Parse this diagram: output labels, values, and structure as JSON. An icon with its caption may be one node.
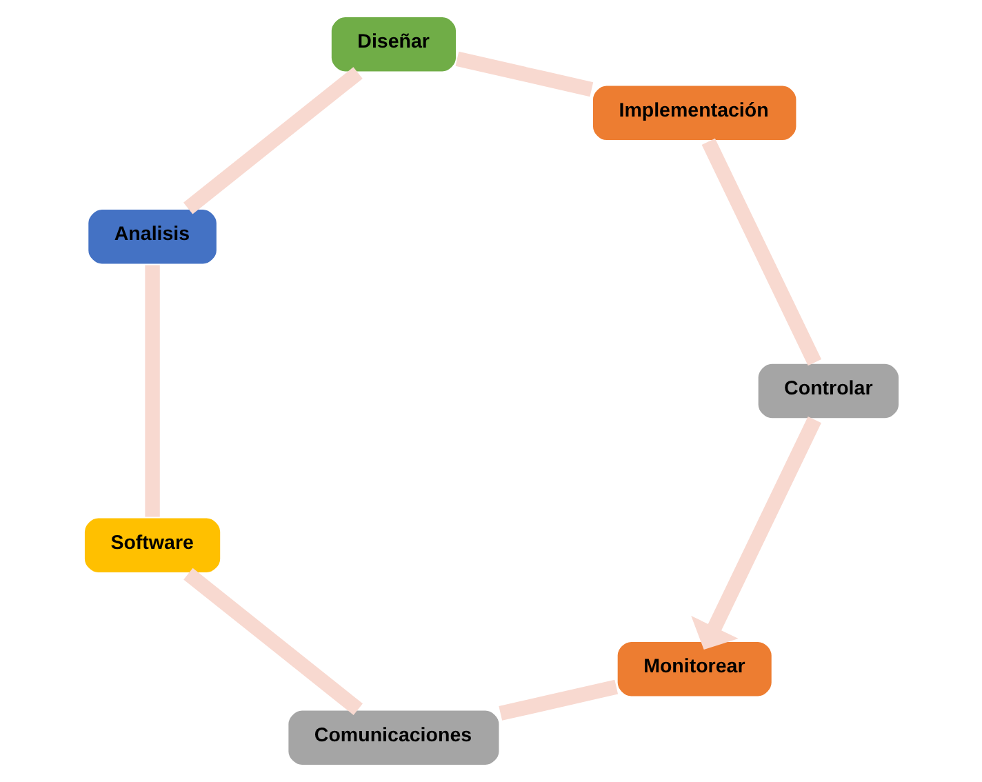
{
  "diagram": {
    "nodes": [
      {
        "text": [
          "Monitorear"
        ]
      },
      {
        "text": [
          "Comunicaciones"
        ]
      },
      {
        "text": [
          "Software"
        ]
      },
      {
        "text": [
          "Analisis"
        ]
      },
      {
        "text": [
          "Diseñar"
        ]
      },
      {
        "text": [
          "Implementación"
        ]
      },
      {
        "text": [
          "Controlar"
        ]
      }
    ],
    "edges": [
      {
        "from": 0,
        "to": 1,
        "arrow": "none"
      },
      {
        "from": 1,
        "to": 2,
        "arrow": "none"
      },
      {
        "from": 2,
        "to": 3,
        "arrow": "none"
      },
      {
        "from": 3,
        "to": 4,
        "arrow": "none"
      },
      {
        "from": 4,
        "to": 5,
        "arrow": "none"
      },
      {
        "from": 5,
        "to": 6,
        "arrow": "none"
      },
      {
        "from": 6,
        "to": 0,
        "arrow": "to"
      }
    ]
  }
}
